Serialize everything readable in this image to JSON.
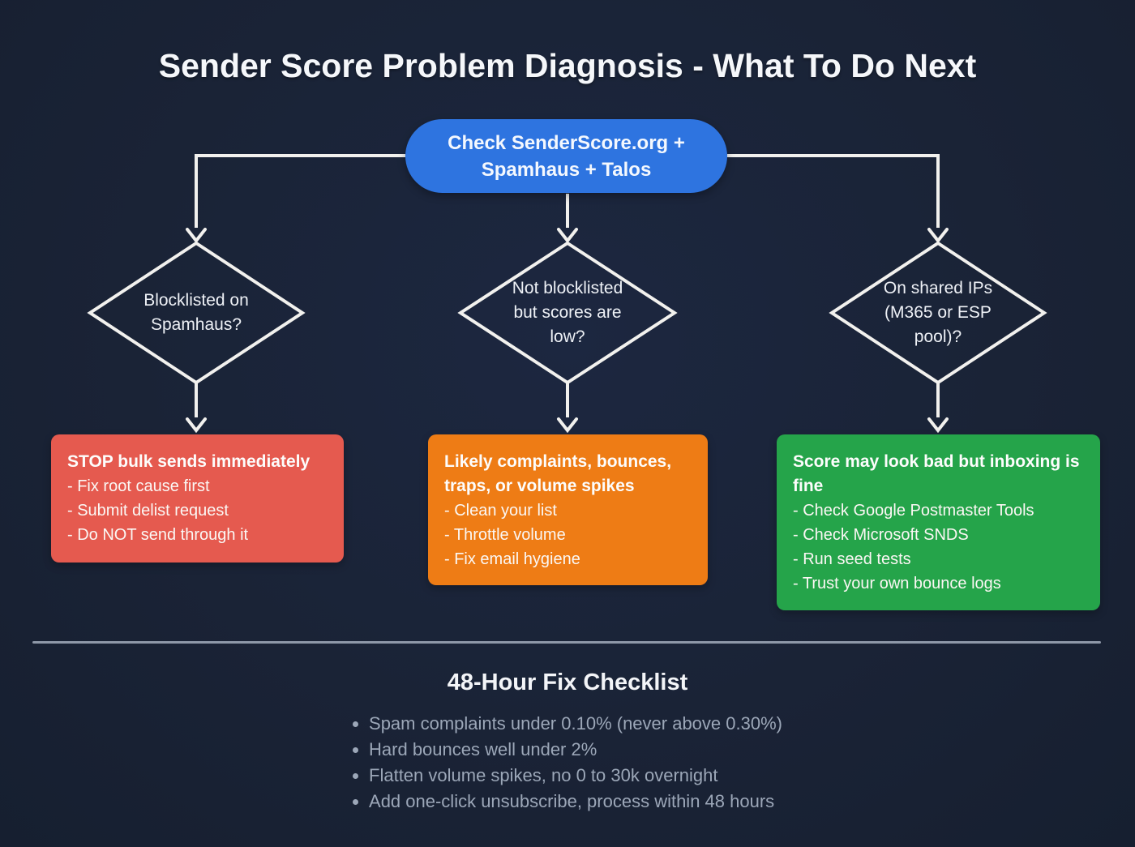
{
  "title": "Sender Score Problem Diagnosis - What To Do Next",
  "flowchart": {
    "root": {
      "label": "Check SenderScore.org + Spamhaus + Talos"
    },
    "branches": [
      {
        "condition": "Blocklisted on Spamhaus?",
        "outcome": {
          "heading": "STOP bulk sends immediately",
          "items": [
            "- Fix root cause first",
            "- Submit delist request",
            "- Do NOT send through it"
          ]
        }
      },
      {
        "condition": "Not blocklisted but scores are low?",
        "outcome": {
          "heading": "Likely complaints, bounces, traps, or volume spikes",
          "items": [
            "- Clean your list",
            "- Throttle volume",
            "- Fix email hygiene"
          ]
        }
      },
      {
        "condition": "On shared IPs (M365 or ESP pool)?",
        "outcome": {
          "heading": "Score may look bad but inboxing is fine",
          "items": [
            "- Check Google Postmaster Tools",
            "- Check Microsoft SNDS",
            "- Run seed tests",
            "- Trust your own bounce logs"
          ]
        }
      }
    ]
  },
  "checklist": {
    "heading": "48-Hour Fix Checklist",
    "items": [
      "Spam complaints under 0.10% (never above 0.30%)",
      "Hard bounces well under 2%",
      "Flatten volume spikes, no 0 to 30k overnight",
      "Add one-click unsubscribe, process within 48 hours"
    ]
  },
  "colors": {
    "background": "#1a2336",
    "root_node": "#2e74e0",
    "outcome_stop": "#e55a4f",
    "outcome_warning": "#ee7c15",
    "outcome_ok": "#25a44a",
    "connector": "#f2f1ee",
    "divider": "#8e98a8",
    "checklist_text": "#9ca7b8"
  }
}
